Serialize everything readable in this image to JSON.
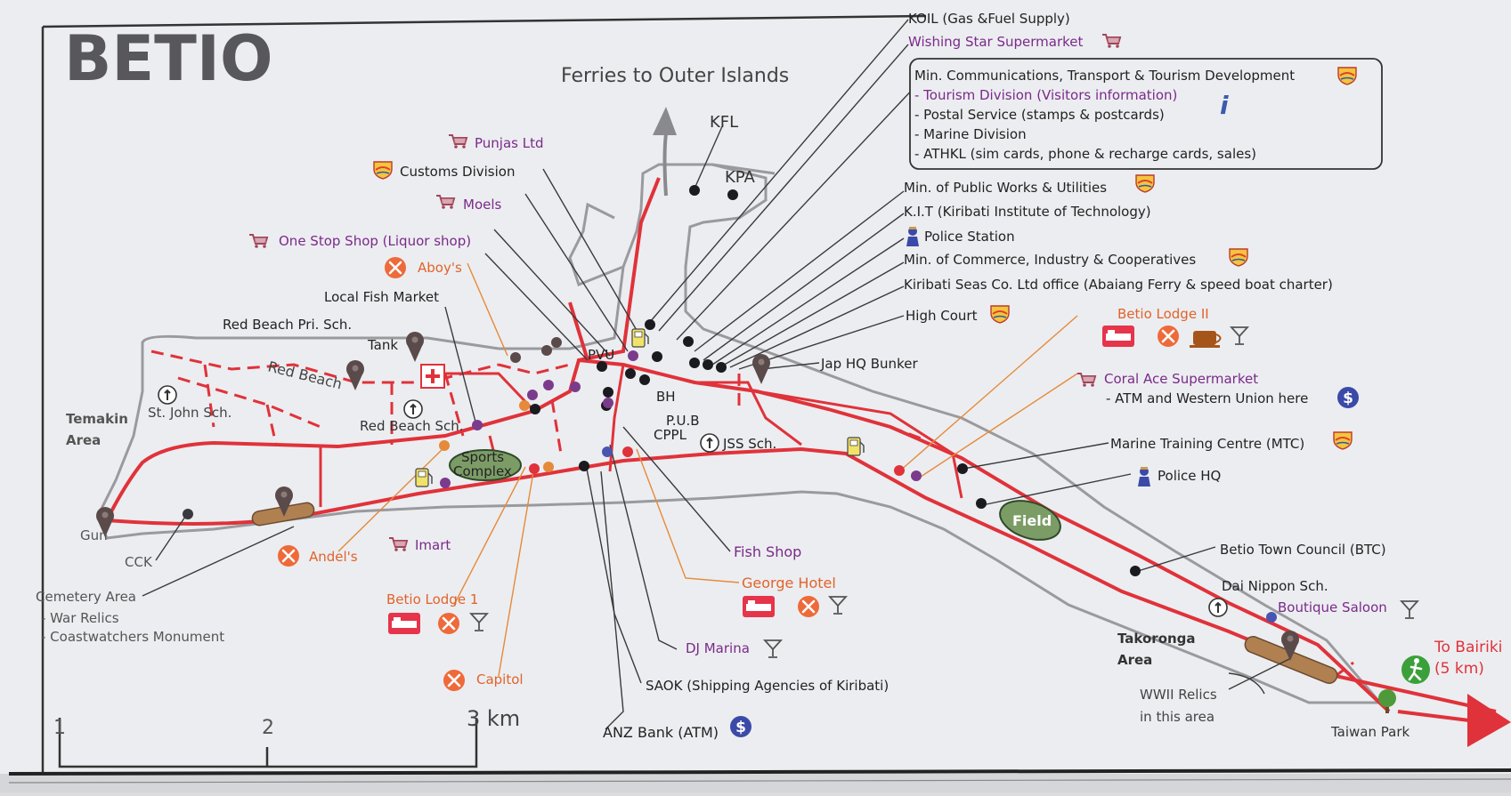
{
  "map": {
    "title": "BETIO",
    "ferries_label": "Ferries to Outer Islands",
    "direction_label_1": "To Bairiki",
    "direction_label_2": "(5 km)",
    "scale_labels": [
      "1",
      "2",
      "3 km"
    ]
  },
  "map_labels": {
    "kfl": "KFL",
    "kpa": "KPA",
    "pvu": "PVU",
    "bh": "BH",
    "pub": "P.U.B",
    "cppl": "CPPL",
    "jss": "JSS Sch.",
    "temakin1": "Temakin",
    "temakin2": "Area",
    "stjohn": "St. John Sch.",
    "red_beach": "Red Beach",
    "red_beach_pri": "Red Beach Pri. Sch.",
    "tank": "Tank",
    "red_beach_sch": "Red Beach Sch.",
    "sports1": "Sports",
    "sports2": "Complex",
    "gun": "Gun",
    "cck": "CCK",
    "cemetery1": "Cemetery Area",
    "cemetery2": "- War Relics",
    "cemetery3": "- Coastwatchers Monument",
    "andel": "Andel's",
    "imart": "Imart",
    "betio_lodge1": "Betio Lodge 1",
    "capitol": "Capitol",
    "anz": "ANZ Bank (ATM)",
    "saok": "SAOK (Shipping Agencies of Kiribati)",
    "dj_marina": "DJ Marina",
    "george": "George Hotel",
    "fish_shop": "Fish Shop",
    "field": "Field",
    "takoronga1": "Takoronga",
    "takoronga2": "Area",
    "wwii1": "WWII Relics",
    "wwii2": "in this area",
    "taiwan_park": "Taiwan Park",
    "dai_nippon": "Dai Nippon Sch.",
    "boutique": "Boutique Saloon",
    "btc": "Betio Town Council (BTC)",
    "police_hq": "Police HQ",
    "mtc": "Marine Training Centre (MTC)",
    "coral1": "Coral Ace Supermarket",
    "coral2": "- ATM and Western Union here",
    "betio_lodge2": "Betio Lodge II",
    "jap_hq": "Jap HQ Bunker",
    "high_court": "High Court",
    "kiribati_seas": "Kiribati Seas Co. Ltd office (Abaiang Ferry & speed boat charter)",
    "commerce": "Min. of Commerce, Industry & Cooperatives",
    "police_station": "Police Station",
    "kit": "K.I.T (Kiribati Institute of Technology)",
    "public_works": "Min. of Public Works & Utilities",
    "koil": "KOIL (Gas &Fuel Supply)",
    "wishing_star": "Wishing Star Supermarket",
    "punjas": "Punjas Ltd",
    "customs": "Customs Division",
    "moels": "Moels",
    "one_stop": "One Stop Shop (Liquor shop)",
    "aboy": "Aboy's",
    "local_fish": "Local Fish Market"
  },
  "ministry_box": [
    "Min. Communications, Transport & Tourism Development",
    "- Tourism Division (Visitors information)",
    "- Postal Service (stamps & postcards)",
    "- Marine Division",
    "- ATHKL (sim cards, phone & recharge cards, sales)"
  ],
  "colors": {
    "road": "#e0323a",
    "leader": "#3a3a3a",
    "orange_leader": "#e58a3a",
    "purple_text": "#7a2a8a",
    "orange_text": "#e0642a",
    "dark_dot": "#1a1a1f",
    "purple_dot": "#7b3b8c",
    "blue_dot": "#4a55b0"
  },
  "icons": [
    "cart-icon",
    "crest-icon",
    "restaurant-icon",
    "bed-icon",
    "cocktail-icon",
    "coffee-icon",
    "info-icon",
    "atm-dollar-icon",
    "police-icon",
    "fuel-icon",
    "hospital-icon",
    "school-icon",
    "pin-icon",
    "walker-icon",
    "tree-icon"
  ]
}
